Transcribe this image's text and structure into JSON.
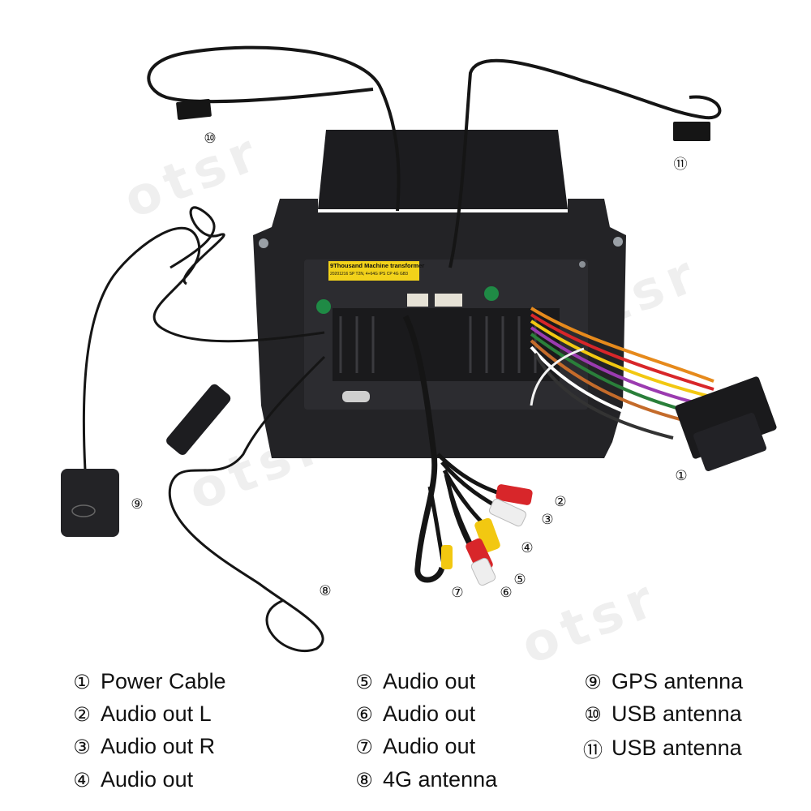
{
  "watermark": "otsr",
  "label_text": {
    "line1": "9Thousand Machine transformer",
    "line2": "20201216 SP T2N, 4+64G IPS CP 4G GB3"
  },
  "callouts": [
    "①",
    "②",
    "③",
    "④",
    "⑤",
    "⑥",
    "⑦",
    "⑧",
    "⑨",
    "⑩",
    "⑪"
  ],
  "legend": [
    {
      "num": "①",
      "label": "Power Cable"
    },
    {
      "num": "②",
      "label": "Audio out L"
    },
    {
      "num": "③",
      "label": "Audio out R"
    },
    {
      "num": "④",
      "label": "Audio out"
    },
    {
      "num": "⑤",
      "label": "Audio out"
    },
    {
      "num": "⑥",
      "label": "Audio out"
    },
    {
      "num": "⑦",
      "label": "Audio out"
    },
    {
      "num": "⑧",
      "label": "4G antenna"
    },
    {
      "num": "⑨",
      "label": "GPS antenna"
    },
    {
      "num": "⑩",
      "label": "USB antenna"
    },
    {
      "num": "⑪",
      "label": "USB antenna"
    }
  ],
  "colors": {
    "unit_body": "#1f1f22",
    "cable": "#151515",
    "rca_red": "#d8262a",
    "rca_white": "#eeeeee",
    "rca_yellow": "#f2c811",
    "label_yellow": "#f2d21a"
  }
}
